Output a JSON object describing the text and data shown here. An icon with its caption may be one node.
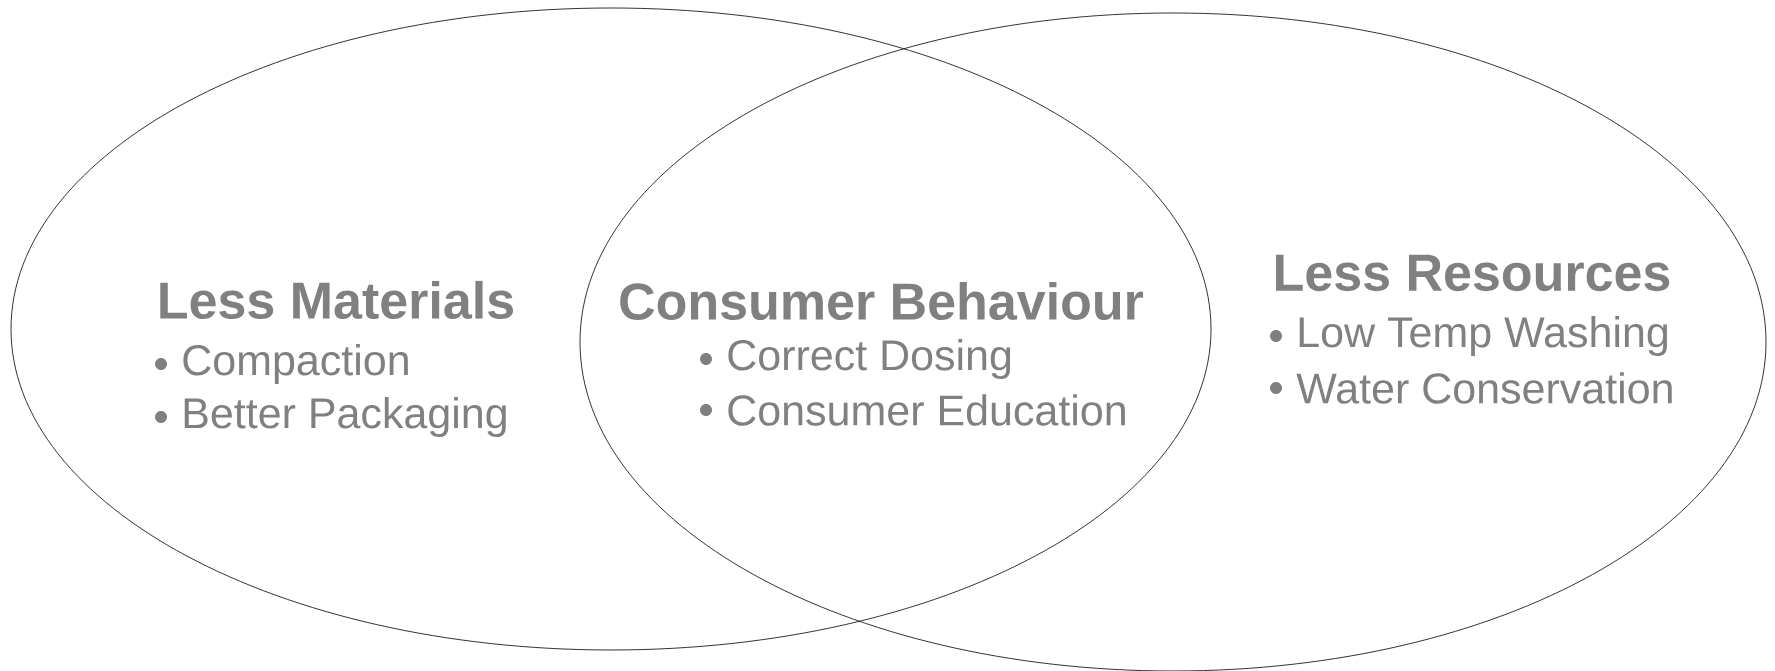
{
  "diagram": {
    "nodes": [
      {
        "text": [
          "Less Materials",
          "Compaction",
          "Better Packaging"
        ]
      },
      {
        "text": [
          "Less Resources",
          "Low Temp Washing",
          "Water Conservation"
        ]
      }
    ],
    "labels": [
      "Consumer Behaviour",
      "Correct Dosing",
      "Consumer Education"
    ]
  }
}
